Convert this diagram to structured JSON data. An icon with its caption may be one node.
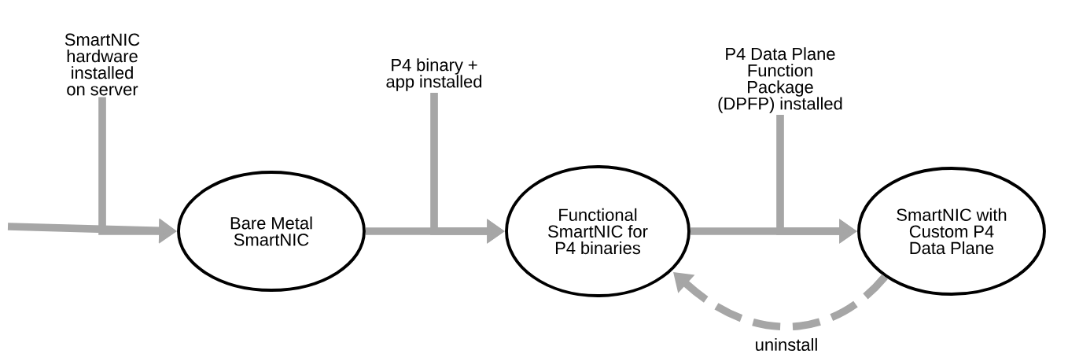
{
  "diagram": {
    "nodes": [
      {
        "text": [
          "SmartNIC hardware installed on server"
        ]
      },
      {
        "text": [
          "Bare Metal SmartNIC"
        ]
      },
      {
        "text": [
          "P4 binary + app installed"
        ]
      },
      {
        "text": [
          "Functional SmartNIC for P4 binaries"
        ]
      },
      {
        "text": [
          "P4 Data Plane Function Package (DPFP) installed"
        ]
      },
      {
        "text": [
          "SmartNIC with Custom P4 Data Plane"
        ]
      }
    ],
    "edges": [
      {
        "from": null,
        "to": 1,
        "arrow": "to"
      },
      {
        "from": 0,
        "to": 1,
        "arrow": "to"
      },
      {
        "from": 1,
        "to": 3,
        "arrow": "to"
      },
      {
        "from": 2,
        "to": 3,
        "arrow": "to"
      },
      {
        "from": 3,
        "to": 5,
        "arrow": "to"
      },
      {
        "from": 4,
        "to": 5,
        "arrow": "to"
      },
      {
        "from": 5,
        "to": 3,
        "arrow": "to",
        "style": "dashed",
        "label": "uninstall"
      }
    ]
  }
}
